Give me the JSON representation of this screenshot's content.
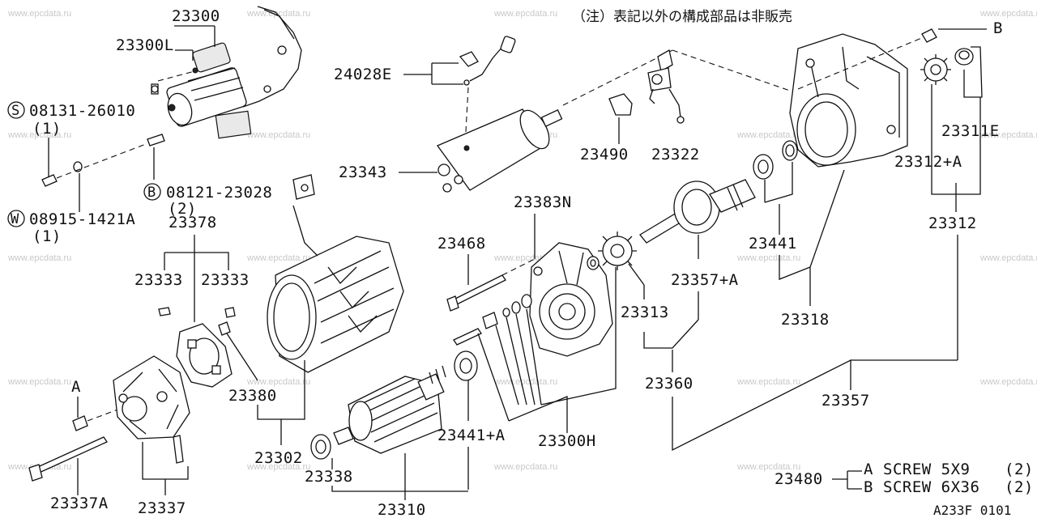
{
  "note": "（注）表記以外の構成部品は非販売",
  "watermark": "www.epcdata.ru",
  "diagram_code": "A233F 0101",
  "labels": {
    "p23300": "23300",
    "p23300L": "23300L",
    "s08131": "08131-26010",
    "s08131_qty": "(1)",
    "b08121": "08121-23028",
    "b08121_qty": "(2)",
    "w08915": "08915-1421A",
    "w08915_qty": "(1)",
    "p24028E": "24028E",
    "p23343": "23343",
    "p23490": "23490",
    "p23322": "23322",
    "p23378": "23378",
    "p23333a": "23333",
    "p23333b": "23333",
    "p23380": "23380",
    "p23302": "23302",
    "p23383N": "23383N",
    "p23468": "23468",
    "p23441A": "23441+A",
    "p23300H": "23300H",
    "p23338": "23338",
    "p23310": "23310",
    "p23337A": "23337A",
    "p23337": "23337",
    "markA": "A",
    "p23313": "23313",
    "p23357A": "23357+A",
    "p23360": "23360",
    "p23357": "23357",
    "p23441": "23441",
    "p23318": "23318",
    "p23312A": "23312+A",
    "p23312": "23312",
    "p23311E": "23311E",
    "markB": "B",
    "p23480": "23480"
  },
  "circled": {
    "S": "S",
    "B": "B",
    "W": "W"
  },
  "legend": {
    "a_letter": "A",
    "a_text": "SCREW 5X9",
    "a_qty": "(2)",
    "b_letter": "B",
    "b_text": "SCREW 6X36",
    "b_qty": "(2)"
  }
}
